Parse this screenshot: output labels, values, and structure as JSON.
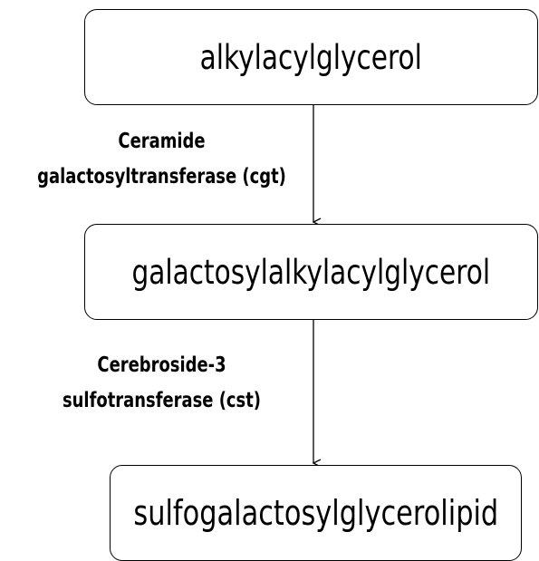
{
  "diagram": {
    "nodes": [
      {
        "id": "alkylacylglycerol",
        "label": "alkylacylglycerol"
      },
      {
        "id": "galactosylalkylacylglycerol",
        "label": "galactosylalkylacylglycerol"
      },
      {
        "id": "sulfogalactosylglycerolipid",
        "label": "sulfogalactosylglycerolipid"
      }
    ],
    "edges": [
      {
        "from": "alkylacylglycerol",
        "to": "galactosylalkylacylglycerol",
        "label_lines": [
          "Ceramide",
          "galactosyltransferase (cgt)"
        ]
      },
      {
        "from": "galactosylalkylacylglycerol",
        "to": "sulfogalactosylglycerolipid",
        "label_lines": [
          "Cerebroside-3",
          "sulfotransferase (cst)"
        ]
      }
    ],
    "colors": {
      "stroke": "#000000",
      "background": "#ffffff",
      "text": "#000000"
    }
  }
}
